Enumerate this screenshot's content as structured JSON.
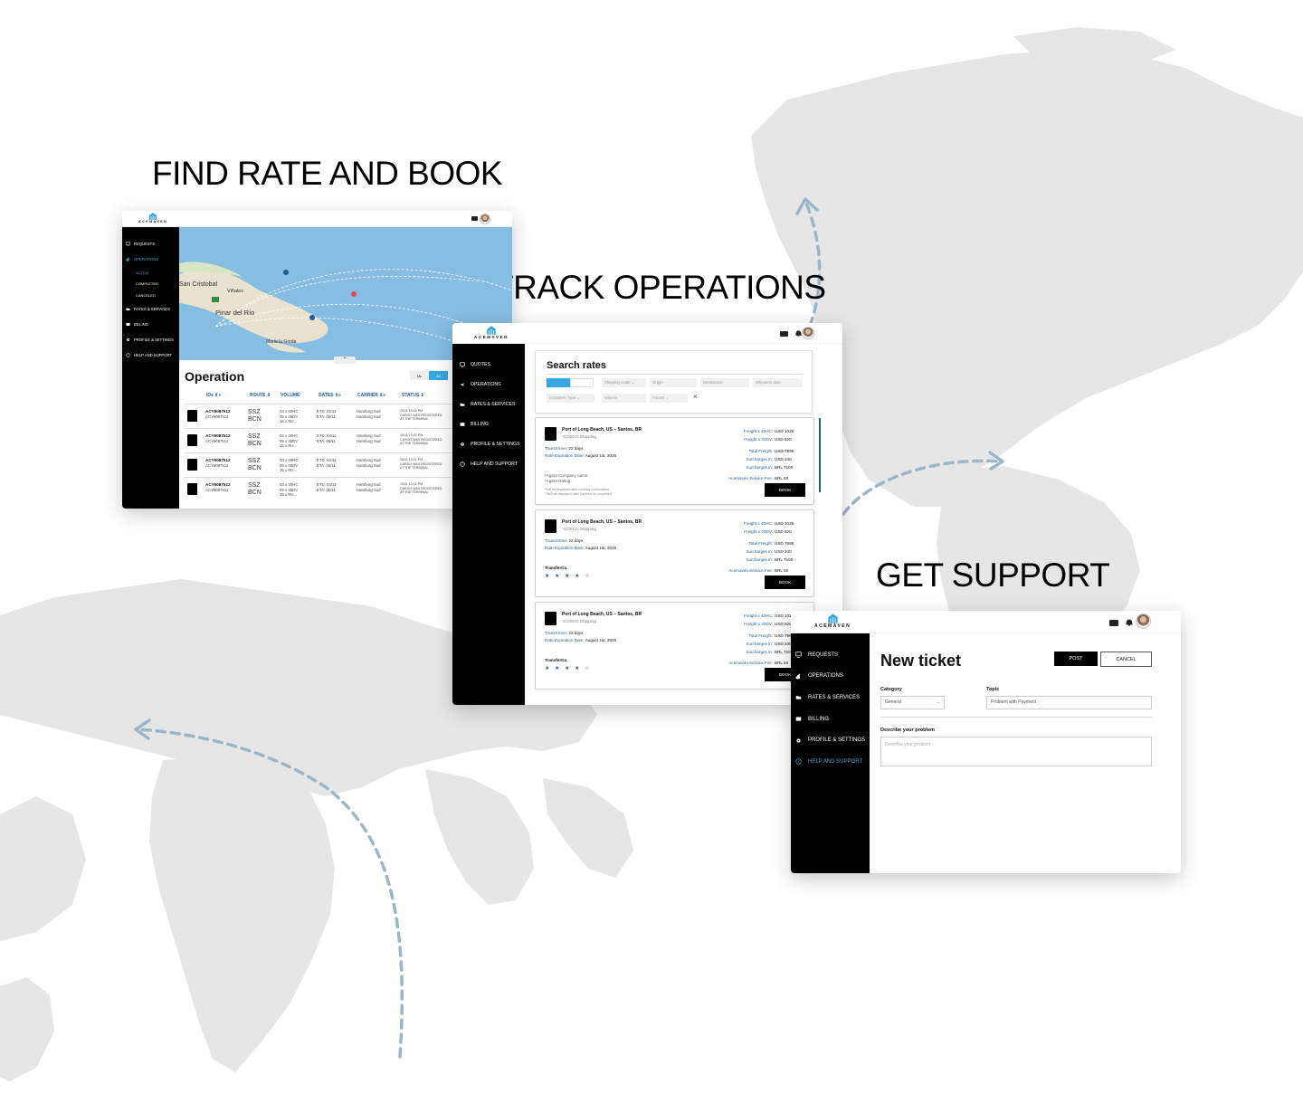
{
  "headlines": {
    "find_rate": "FIND RATE AND BOOK",
    "track": "TRACK OPERATIONS",
    "support": "GET SUPPORT"
  },
  "colors": {
    "accent": "#36a7e0",
    "link_blue": "#1f5d9a",
    "sidebar": "#000000",
    "map_land": "#e6e6e6",
    "arrow": "#9bb6c9"
  },
  "brand": {
    "logo_text": "ACEMAVEN"
  },
  "operations_window": {
    "sidebar": {
      "requests": "REQUESTS",
      "operations": "OPERATIONS",
      "sub_active": "ACTIVE",
      "sub_completed": "COMPLETED",
      "sub_canceled": "CANCELED",
      "rates": "RATES & SERVICES",
      "billing": "BILLING",
      "profile": "PROFILE & SETTINGS",
      "help": "HELP AND SUPPORT"
    },
    "map_labels": [
      "San Cristobal",
      "Viñales",
      "Pinar del Río",
      "María la Gorda"
    ],
    "title": "Operation",
    "toggle": {
      "my": "My",
      "all": "All"
    },
    "columns": [
      "IDs ⇕⌕",
      "ROUTE ⇕",
      "VOLUME",
      "DATES ⇕⌕",
      "CARRIER ⇕⌕",
      "STATUS ⇕"
    ],
    "rows": [
      {
        "id": "ACY9087512",
        "sub": "ACY9087512",
        "from": "SSZ",
        "to": "BCN",
        "vol1": "03 x 40HC",
        "vol2": "05 x 35DV",
        "vol3": "15 x RH...",
        "etd": "ETD: 03/11",
        "eta": "ETA: 05/11",
        "c1": "Hamburg Sud",
        "c2": "Hamburg Sud",
        "s1": "15/11 13:02 PM",
        "s2": "CARGO WAS REGISTERED",
        "s3": "AT THE TERMINAL"
      },
      {
        "id": "ACY9087512",
        "sub": "ACY9087512",
        "from": "SSZ",
        "to": "BCN",
        "vol1": "03 x 40HC",
        "vol2": "05 x 35DV",
        "vol3": "15 x RH...",
        "etd": "ETD: 03/11",
        "eta": "ETA: 05/11",
        "c1": "Hamburg Sud",
        "c2": "Hamburg Sud",
        "s1": "15/11 13:02 PM",
        "s2": "CARGO WAS REGISTERED",
        "s3": "AT THE TERMINAL"
      },
      {
        "id": "ACY9087512",
        "sub": "ACY9087512",
        "from": "SSZ",
        "to": "BCN",
        "vol1": "03 x 40HC",
        "vol2": "05 x 35DV",
        "vol3": "15 x RH...",
        "etd": "ETD: 03/11",
        "eta": "ETA: 05/11",
        "c1": "Hamburg Sud",
        "c2": "Hamburg Sud",
        "s1": "15/11 13:02 PM",
        "s2": "CARGO WAS REGISTERED",
        "s3": "AT THE TERMINAL"
      },
      {
        "id": "ACY9087512",
        "sub": "ACY9087512",
        "from": "SSZ",
        "to": "BCN",
        "vol1": "03 x 40HC",
        "vol2": "05 x 35DV",
        "vol3": "15 x RH...",
        "etd": "ETD: 03/11",
        "eta": "ETA: 05/11",
        "c1": "Hamburg Sud",
        "c2": "Hamburg Sud",
        "s1": "15/11 13:02 PM",
        "s2": "CARGO WAS REGISTERED",
        "s3": "AT THE TERMINAL"
      }
    ]
  },
  "rates_window": {
    "sidebar": {
      "quotes": "QUOTES",
      "operations": "OPERATIONS",
      "rates": "RATES & SERVICES",
      "billing": "BILLING",
      "profile": "PROFILE & SETTINGS",
      "help": "HELP AND SUPPORT"
    },
    "search": {
      "title": "Search rates",
      "shipping_mode": "Shipping mode ⌄",
      "origin": "Origin",
      "destination": "Destination",
      "shipment_date": "Shipment date",
      "container_type": "Container Type ⌄",
      "volume": "Volume",
      "frozen": "Frozen ⌄",
      "clear": "×"
    },
    "cards": [
      {
        "route": "Port of Long Beach, US – Santos, BR",
        "carrier": "*COSCO Shipping",
        "transit_label": "Transit time:",
        "transit": "22 days",
        "expiration_label": "Rate Expiration Date:",
        "expiration": "August 1st, 2020",
        "agent1": "*Agent Company name",
        "agent2": "*Agent Rating",
        "note1": "*Will be displayed after booking confirmation",
        "note2": "**Will be displayed after payment is completed",
        "prices": [
          {
            "label": "Freight x 40HC:",
            "value": "USD 1025"
          },
          {
            "label": "Freight x 20DV:",
            "value": "USD 820"
          },
          {
            "label": "Total Freight:",
            "value": "USD 7995"
          },
          {
            "label": "Surcharges in:",
            "value": "USD 240"
          },
          {
            "label": "Surcharges in:",
            "value": "BRL 7100"
          },
          {
            "label": "Acemaven Service Fee:",
            "value": "BRL 50"
          }
        ],
        "book": "BOOK"
      },
      {
        "route": "Port of Long Beach, US – Santos, BR",
        "carrier": "*COSCO Shipping",
        "transit_label": "Transit time:",
        "transit": "22 days",
        "expiration_label": "Rate Expiration Date:",
        "expiration": "August 1st, 2020",
        "company": "TransferCo.",
        "stars": "★ ★ ★ ★ ☆",
        "prices": [
          {
            "label": "Freight x 40HC:",
            "value": "USD 1025"
          },
          {
            "label": "Freight x 20DV:",
            "value": "USD 820"
          },
          {
            "label": "Total Freight:",
            "value": "USD 7995"
          },
          {
            "label": "Surcharges in:",
            "value": "USD 240"
          },
          {
            "label": "Surcharges in:",
            "value": "BRL 7100"
          },
          {
            "label": "Acemaven Service Fee:",
            "value": "BRL 50"
          }
        ],
        "book": "BOOK"
      },
      {
        "route": "Port of Long Beach, US – Santos, BR",
        "carrier": "*COSCO Shipping",
        "transit_label": "Transit time:",
        "transit": "22 days",
        "expiration_label": "Rate Expiration Date:",
        "expiration": "August 1st, 2020",
        "company": "TransferCo.",
        "stars": "★ ★ ★ ★ ☆",
        "prices": [
          {
            "label": "Freight x 40HC:",
            "value": "USD 1025"
          },
          {
            "label": "Freight x 20DV:",
            "value": "USD 820"
          },
          {
            "label": "Total Freight:",
            "value": "USD 7995"
          },
          {
            "label": "Surcharges in:",
            "value": "USD 240"
          },
          {
            "label": "Surcharges in:",
            "value": "BRL 7100"
          },
          {
            "label": "Acemaven Service Fee:",
            "value": "BRL 50"
          }
        ],
        "book": "BOOK"
      }
    ]
  },
  "support_window": {
    "sidebar": {
      "requests": "REQUESTS",
      "operations": "OPERATIONS",
      "rates": "RATES & SERVICES",
      "billing": "BILLING",
      "profile": "PROFILE & SETTINGS",
      "help": "HELP AND SUPPORT"
    },
    "title": "New ticket",
    "post": "POST",
    "cancel": "CANCEL",
    "category_label": "Category",
    "category_value": "General",
    "topic_label": "Topic",
    "topic_value": "Problem with Payment",
    "describe_label": "Describe your problem",
    "describe_placeholder": "Describe your problem..."
  }
}
